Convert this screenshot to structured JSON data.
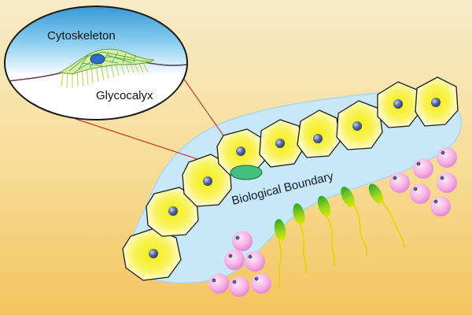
{
  "labels": {
    "cytoskeleton": "Cytoskeleton",
    "glycocalyx": "Glycocalyx",
    "boundary": "Biological Boundary"
  },
  "colors": {
    "background_top": "#f6e6b8",
    "background_bottom": "#f6c765",
    "boundary_fill": "#c6e7f6",
    "boundary_edge": "#9ad0ec",
    "cell_outer": "#fffde0",
    "cell_inner": "#f3f000",
    "nucleus": "#4a5a8c",
    "highlight_patch": "#3fbf7a",
    "pointer_line": "#c83a2a",
    "bacteria_head": "#4fc12e",
    "bacteria_tail": "#d8e000",
    "sphere": "#f3a6dc",
    "sphere_spot": "#5a6a92"
  }
}
